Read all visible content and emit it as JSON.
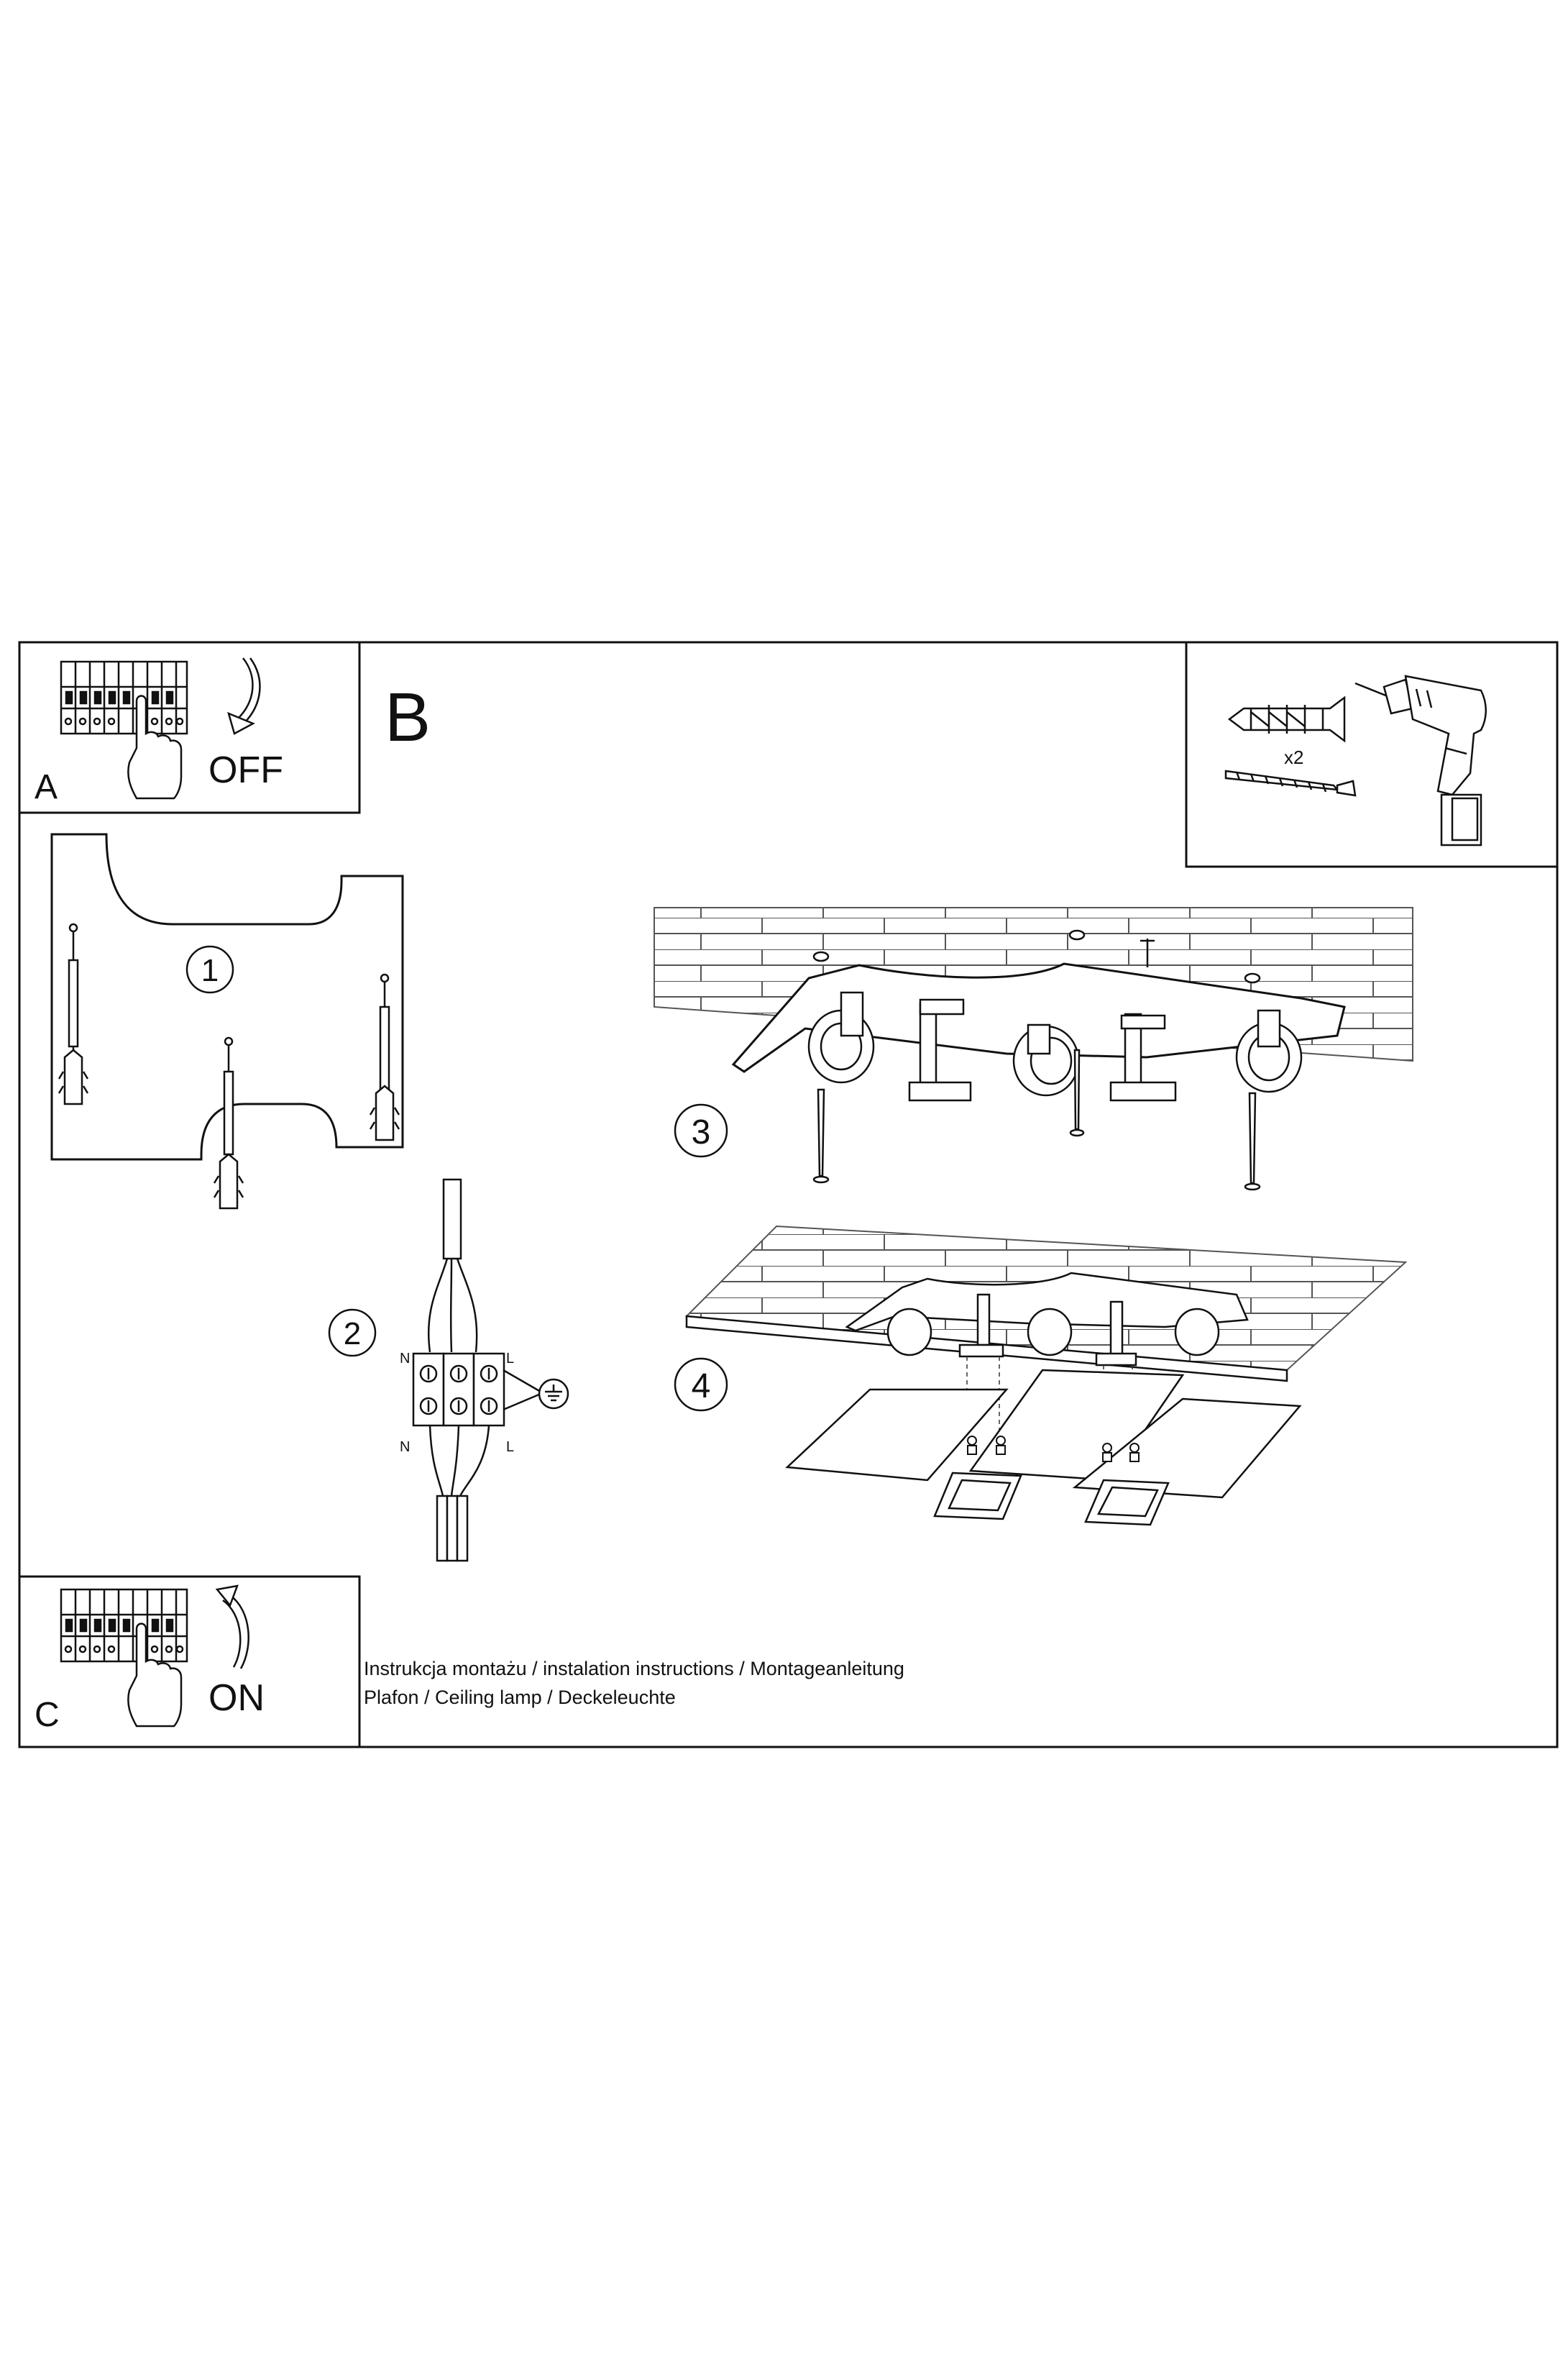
{
  "panels": {
    "a": {
      "letter": "A",
      "switch_label": "OFF"
    },
    "b": {
      "letter": "B"
    },
    "c": {
      "letter": "C",
      "switch_label": "ON"
    }
  },
  "hardware": {
    "quantity": "x2"
  },
  "steps": [
    "1",
    "2",
    "3",
    "4"
  ],
  "wiring": {
    "neutral": "N",
    "live": "L"
  },
  "footer": {
    "line1": "Instrukcja montażu / instalation instructions / Montageanleitung",
    "line2": "Plafon / Ceiling lamp / Deckeleuchte"
  }
}
